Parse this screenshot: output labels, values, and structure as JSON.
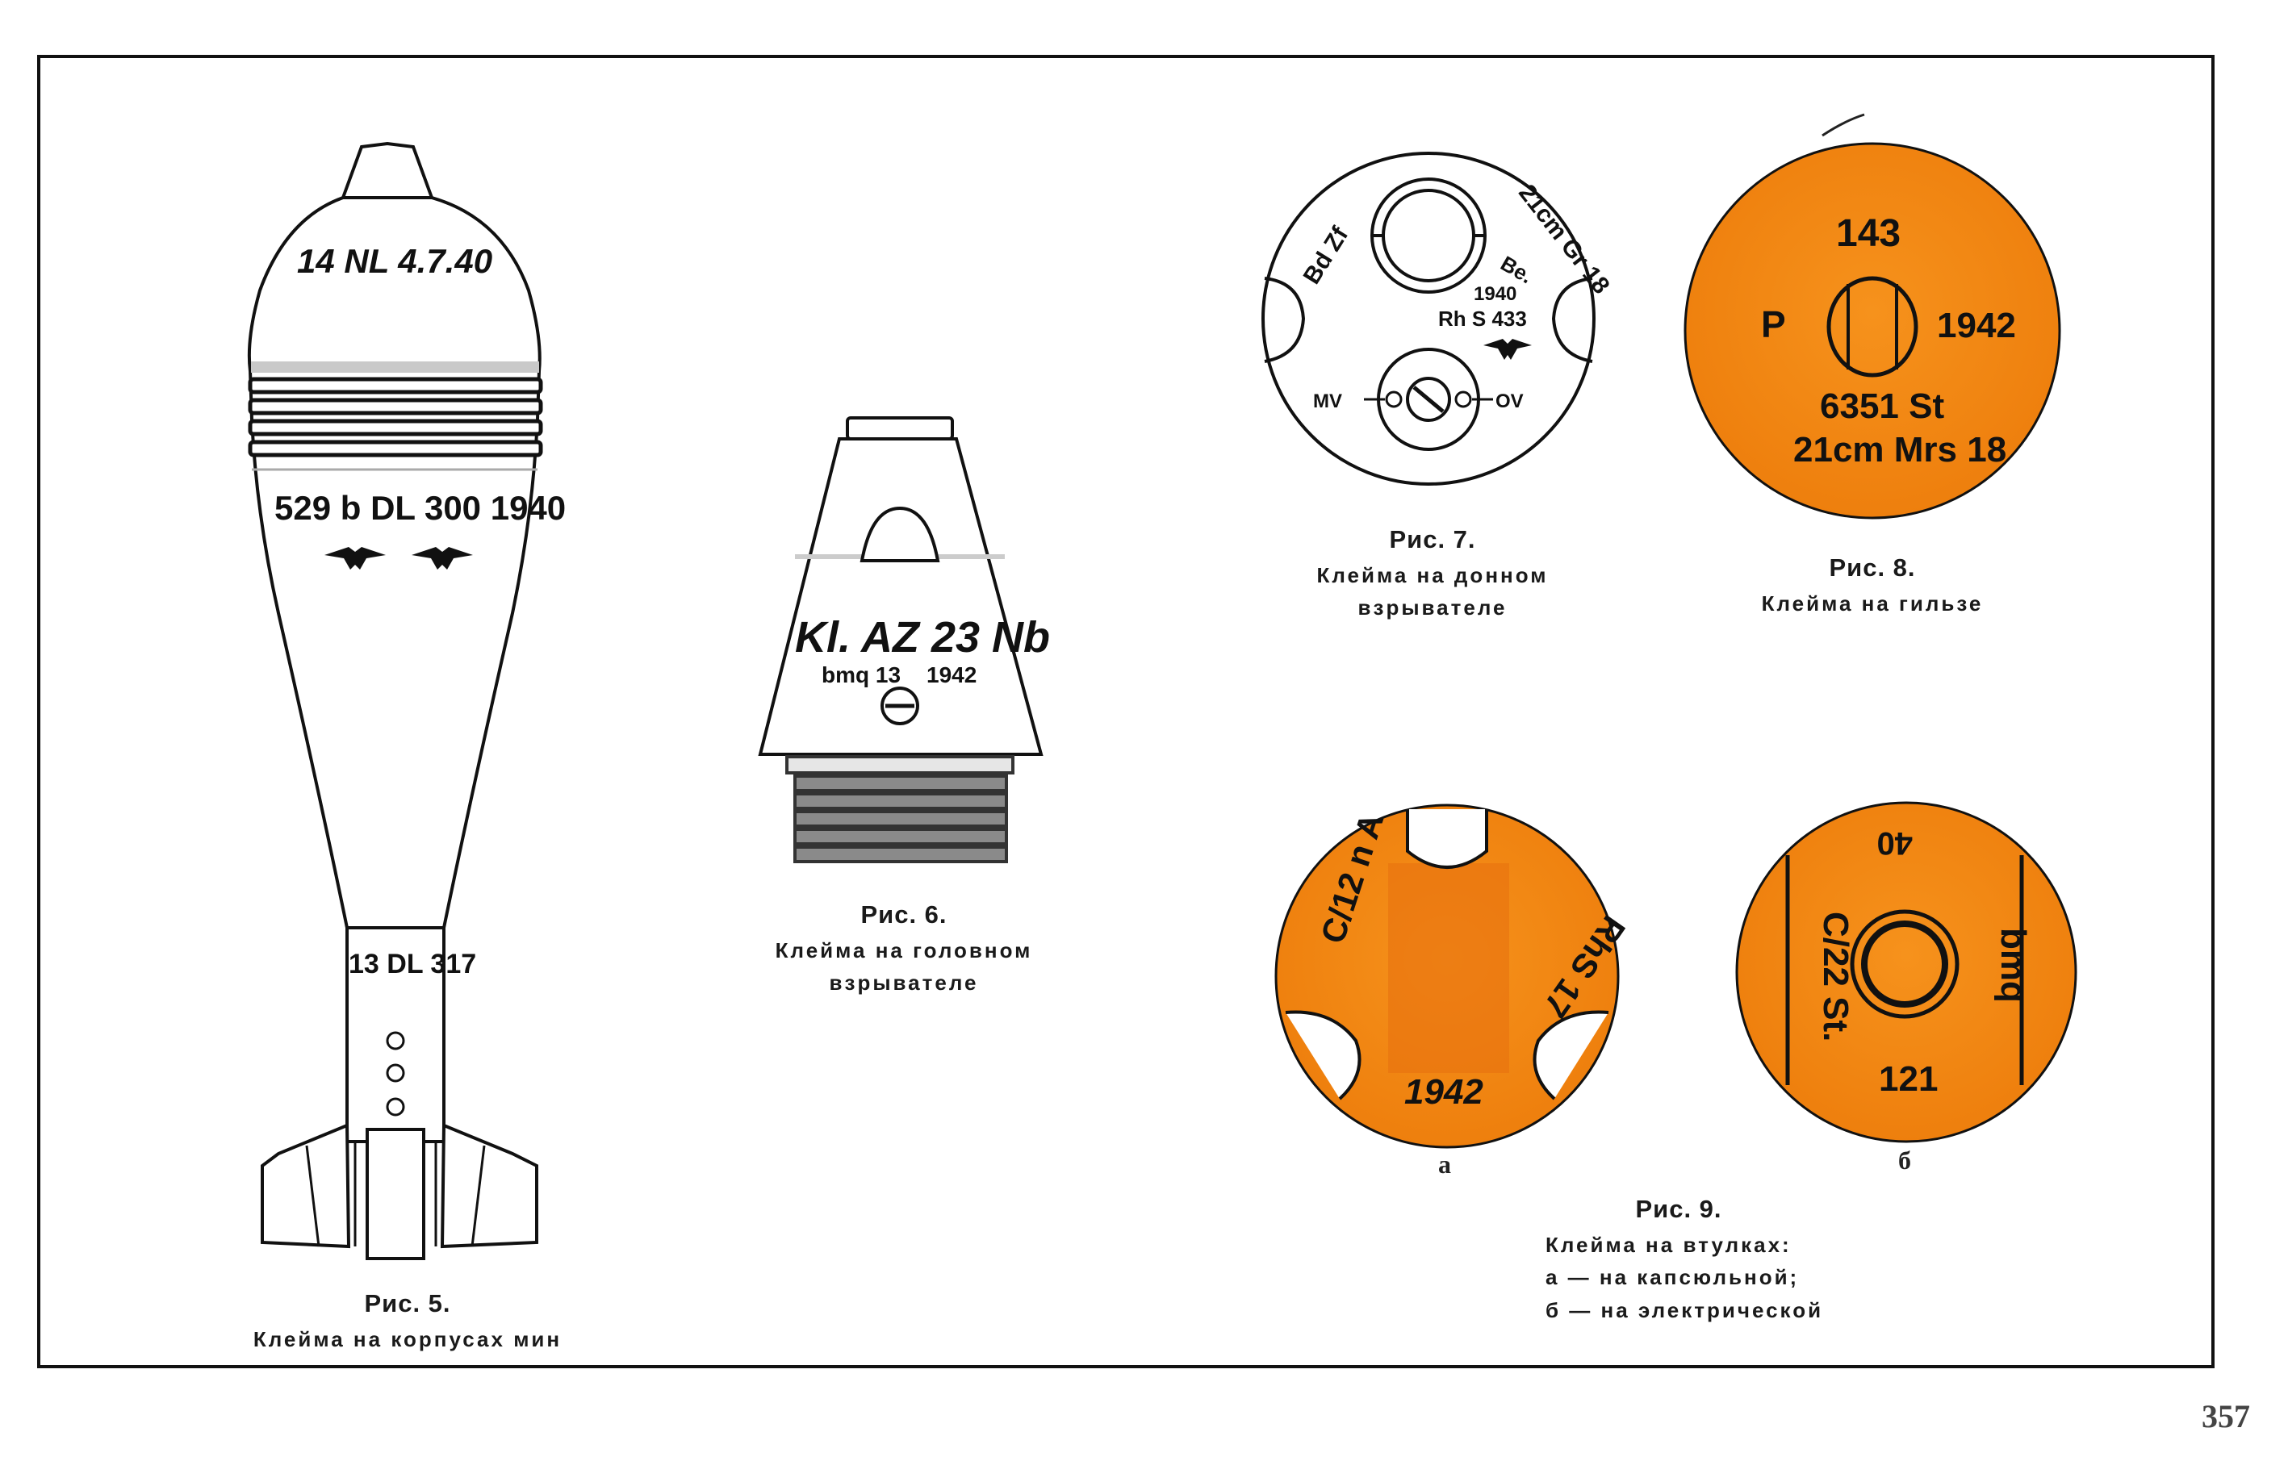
{
  "page_number": "357",
  "fig5": {
    "marks": {
      "top": "14 NL 4.7.40",
      "middle": "529 b DL 300 1940",
      "tail": "13 DL 317"
    },
    "caption": {
      "title": "Рис. 5.",
      "line1": "Клейма на корпусах мин"
    }
  },
  "fig6": {
    "marks": {
      "main": "Kl. AZ 23 Nb",
      "sub_left": "bmq 13",
      "sub_right": "1942"
    },
    "caption": {
      "title": "Рис. 6.",
      "line1": "Клейма на головном",
      "line2": "взрывателе"
    }
  },
  "fig7": {
    "marks": {
      "left_arc": "Bd Zf",
      "right_arc": "21cm Gr 18",
      "be": "Be.",
      "year": "1940",
      "rhs": "Rh S 433",
      "mv": "MV",
      "ov": "OV"
    },
    "caption": {
      "title": "Рис. 7.",
      "line1": "Клейма на донном",
      "line2": "взрывателе"
    }
  },
  "fig8": {
    "marks": {
      "top": "143",
      "left": "P",
      "right": "1942",
      "line1": "6351 St",
      "line2": "21cm Mrs 18"
    },
    "caption": {
      "title": "Рис. 8.",
      "line1": "Клейма на гильзе"
    }
  },
  "fig9": {
    "a": {
      "left": "C/12 n A",
      "right": "RhS 17",
      "bottom": "1942",
      "label": "а"
    },
    "b": {
      "top": "40",
      "left": "C/22 St.",
      "right": "bmq",
      "bottom": "121",
      "label": "б"
    },
    "caption": {
      "title": "Рис. 9.",
      "line1": "Клейма на втулках:",
      "line2": "а — на капсюльной;",
      "line3": "б — на электрической"
    }
  },
  "colors": {
    "orange": "#f28b13",
    "ink": "#111111"
  }
}
